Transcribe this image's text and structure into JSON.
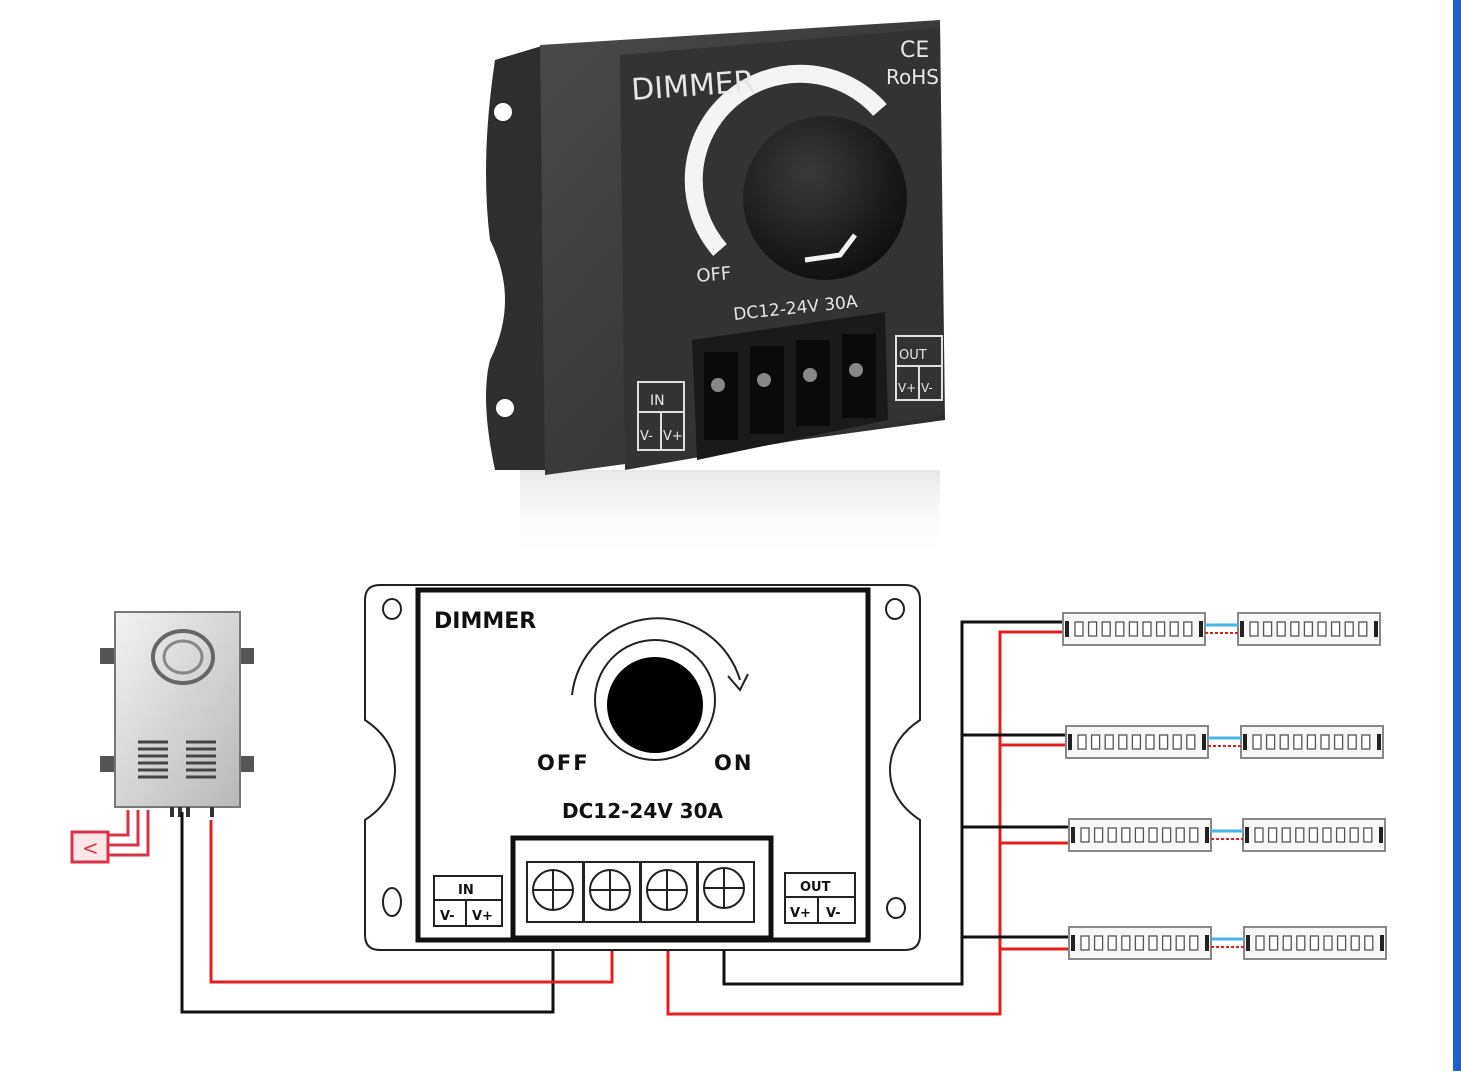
{
  "product": {
    "brand_label": "DIMMER",
    "ce_mark": "CE",
    "rohs_mark": "RoHS",
    "off_label": "OFF",
    "rating": "DC12-24V 30A",
    "in_terminal": {
      "title": "IN",
      "left": "V-",
      "right": "V+"
    },
    "out_terminal": {
      "title": "OUT",
      "left": "V+",
      "right": "V-"
    }
  },
  "diagram": {
    "title": "DIMMER",
    "off_label": "OFF",
    "on_label": "ON",
    "rating": "DC12-24V 30A",
    "in_terminal": {
      "title": "IN",
      "left": "V-",
      "right": "V+"
    },
    "out_terminal": {
      "title": "OUT",
      "left": "V+",
      "right": "V-"
    },
    "power_plug_label": "<",
    "led_strip_rows": 4,
    "strips_per_row": 2
  },
  "colors": {
    "device_body": "#3a3a3a",
    "wire_positive": "#e02020",
    "wire_negative": "#111111",
    "strip_link": "#4ab3e8",
    "accent_bar": "#1c5fd1"
  }
}
